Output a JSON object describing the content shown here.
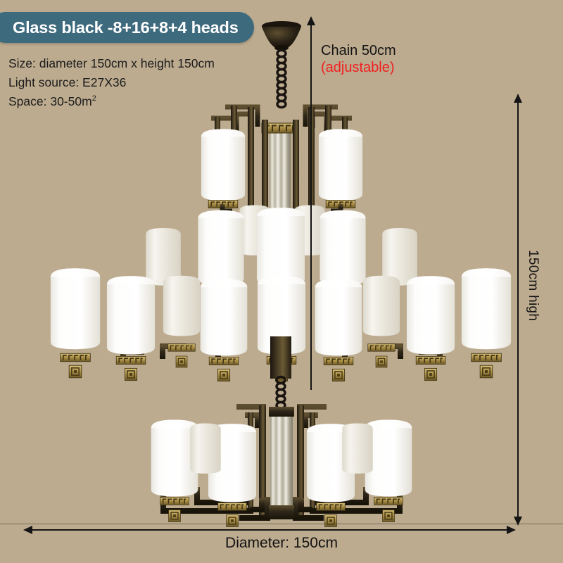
{
  "background_color": "#bcab8f",
  "banner": {
    "title": "Glass black -8+16+8+4 heads",
    "bg_color": "#3d6a7d",
    "text_color": "#ffffff"
  },
  "specs": {
    "size_label": "Size: diameter 150cm x height 150cm",
    "light_source_label": "Light source: E27X36",
    "space_label": "Space: 30-50m",
    "space_superscript": "2"
  },
  "annotations": {
    "chain_label": "Chain 50cm",
    "chain_adjustable_label": "(adjustable)",
    "chain_adjustable_color": "#f02020",
    "height_label": "150cm high",
    "diameter_label": "Diameter: 150cm"
  },
  "product": {
    "finish": "Glass black",
    "shade_color": "#fdfdfb",
    "frame_color": "#2b2318",
    "brass_color": "#b49a54",
    "tiers": [
      {
        "name": "tier-top",
        "heads": 8
      },
      {
        "name": "tier-middle",
        "heads": 16
      },
      {
        "name": "tier-lower",
        "heads": 8
      },
      {
        "name": "tier-bottom",
        "heads": 4
      }
    ],
    "total_heads": 36
  }
}
